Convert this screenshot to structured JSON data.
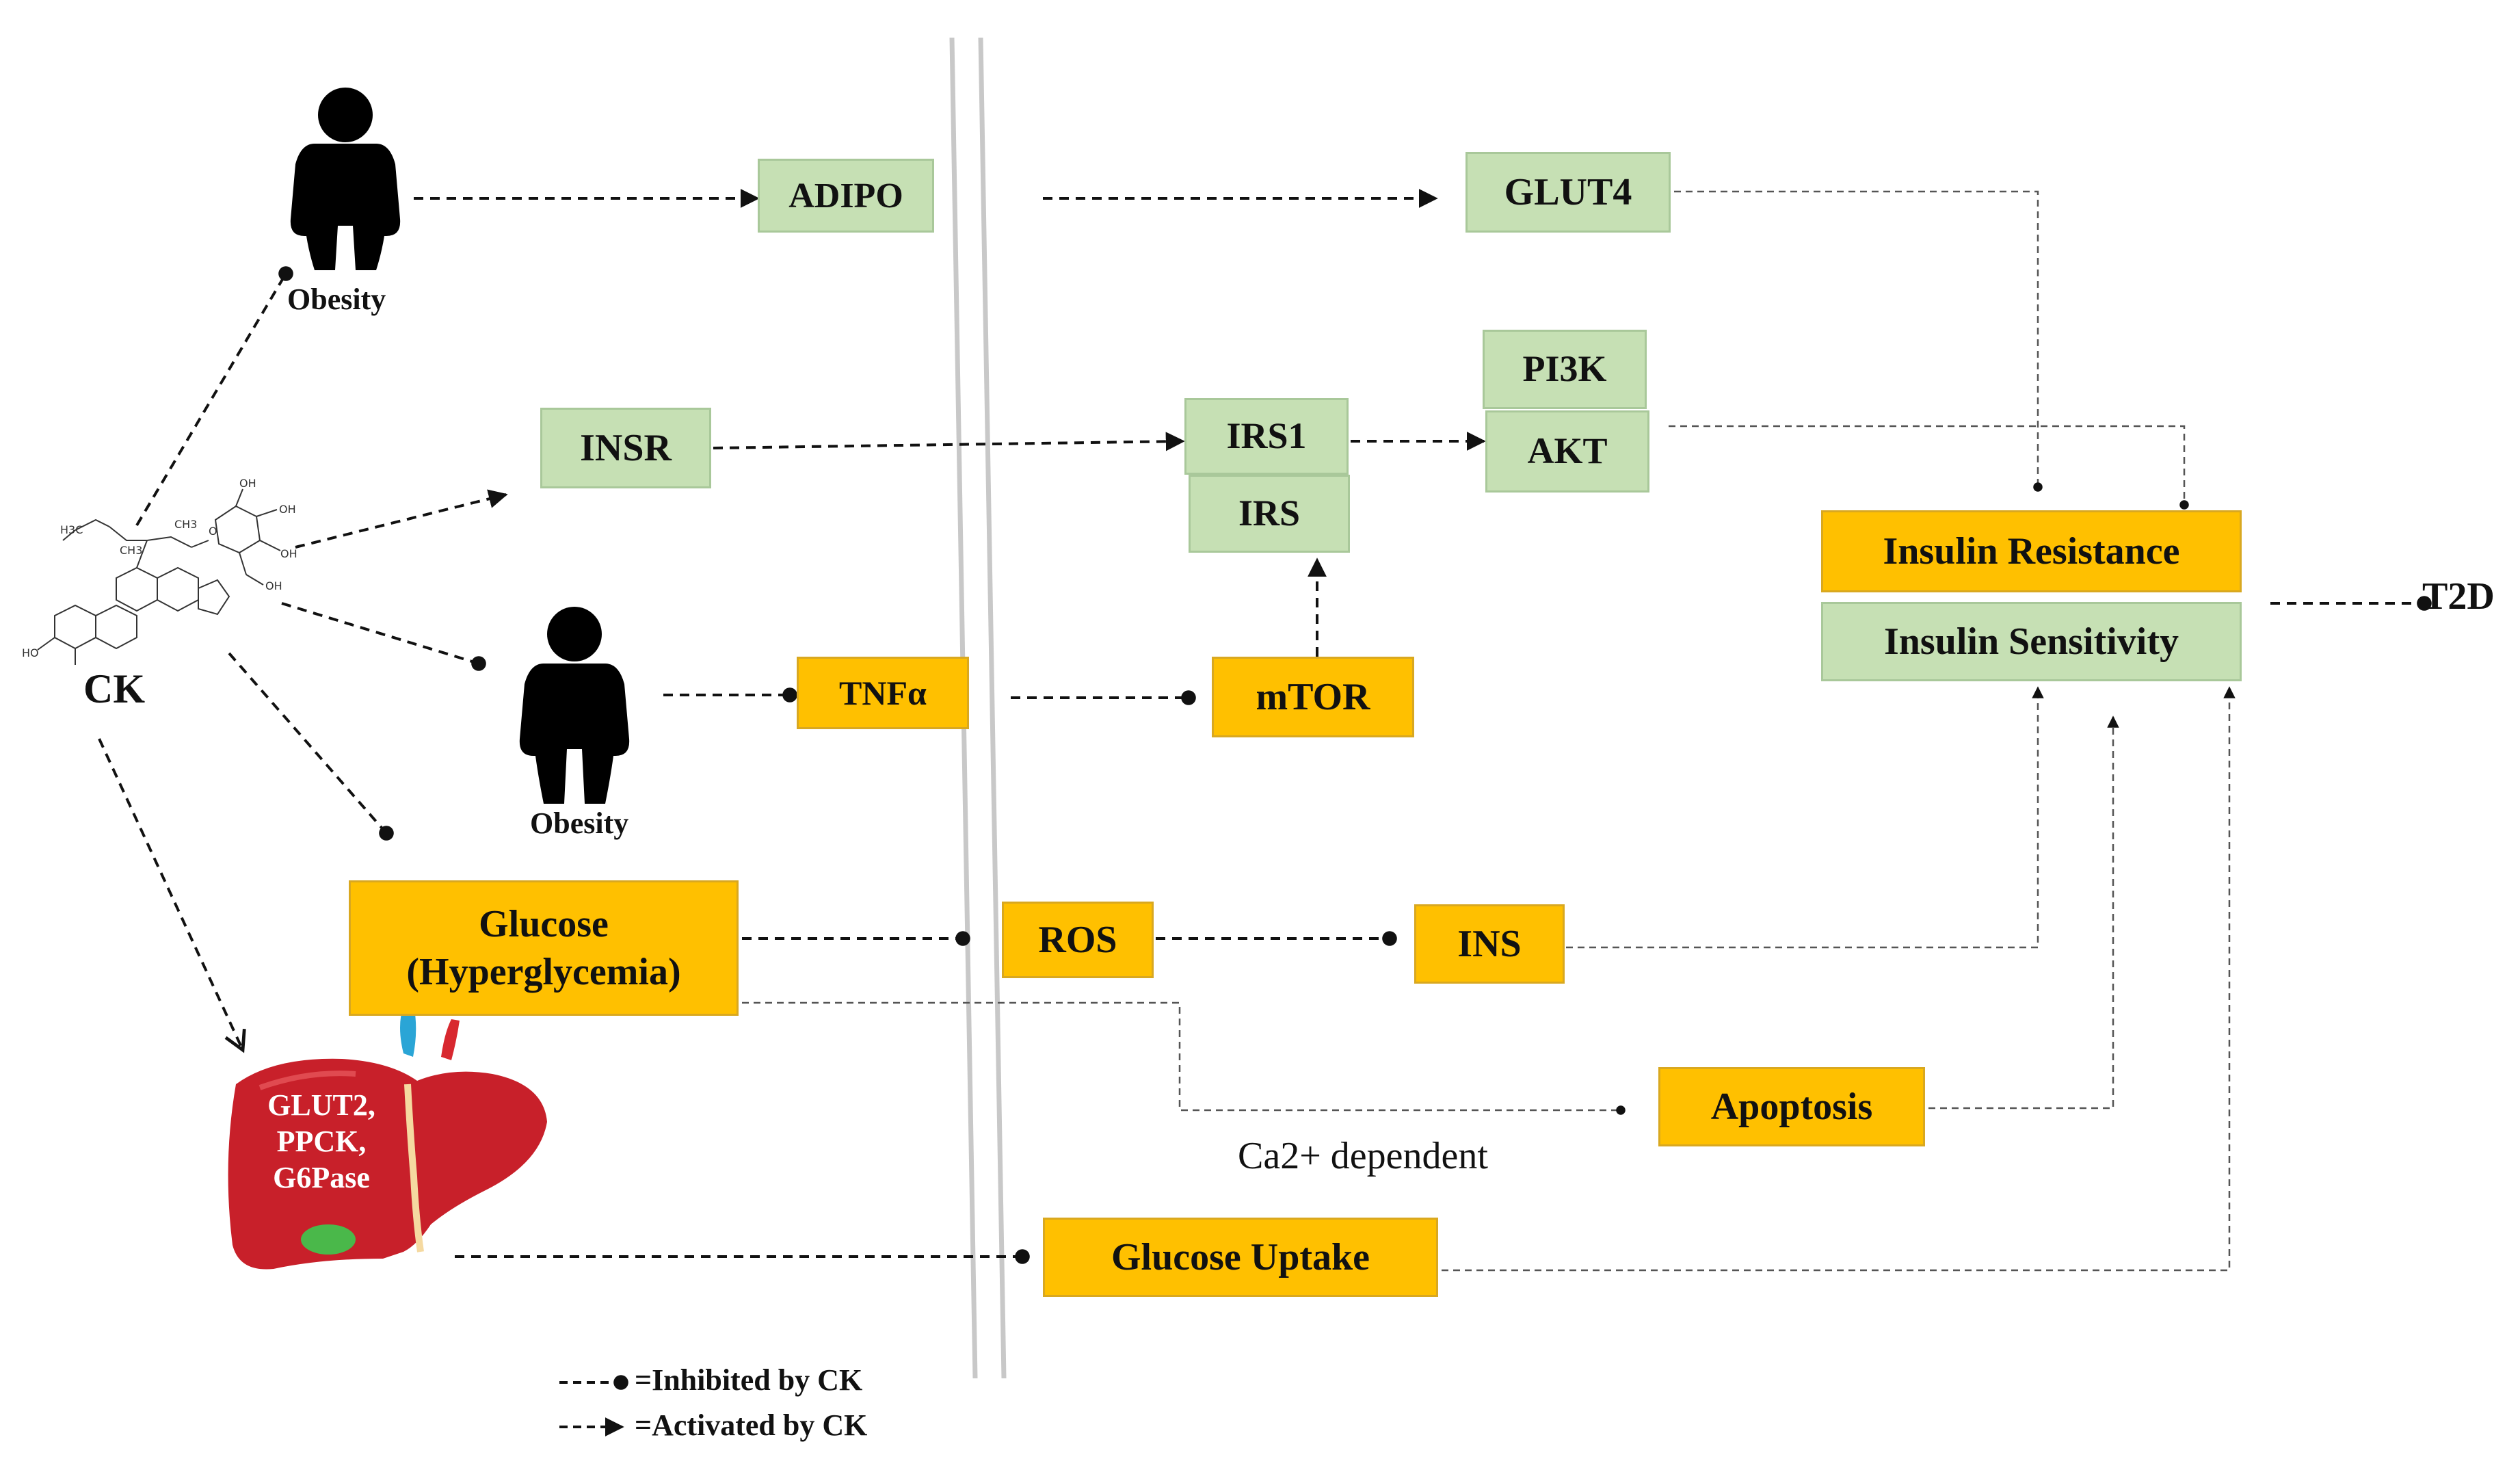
{
  "nodes": {
    "adipo": "ADIPO",
    "glut4": "GLUT4",
    "insr": "INSR",
    "irs1": "IRS1",
    "irs": "IRS",
    "pi3k": "PI3K",
    "akt": "AKT",
    "insulin_resistance": "Insulin Resistance",
    "insulin_sensitivity": "Insulin Sensitivity",
    "t2d": "T2D",
    "tnfa": "TNFα",
    "mtor": "mTOR",
    "glucose_line1": "Glucose",
    "glucose_line2": "(Hyperglycemia)",
    "ros": "ROS",
    "ins": "INS",
    "apoptosis": "Apoptosis",
    "glucose_uptake": "Glucose Uptake"
  },
  "labels": {
    "obesity_top": "Obesity",
    "obesity_mid": "Obesity",
    "ck": "CK",
    "ca2": "Ca2+ dependent"
  },
  "liver": {
    "line1": "GLUT2,",
    "line2": "PPCK,",
    "line3": "G6Pase"
  },
  "legend": {
    "inhibited": "=Inhibited by CK",
    "activated": "=Activated by CK"
  },
  "colors": {
    "green_box": "#c6e0b4",
    "orange_box": "#ffc000",
    "liver": "#c8202a",
    "membrane": "#c8c8c8"
  }
}
